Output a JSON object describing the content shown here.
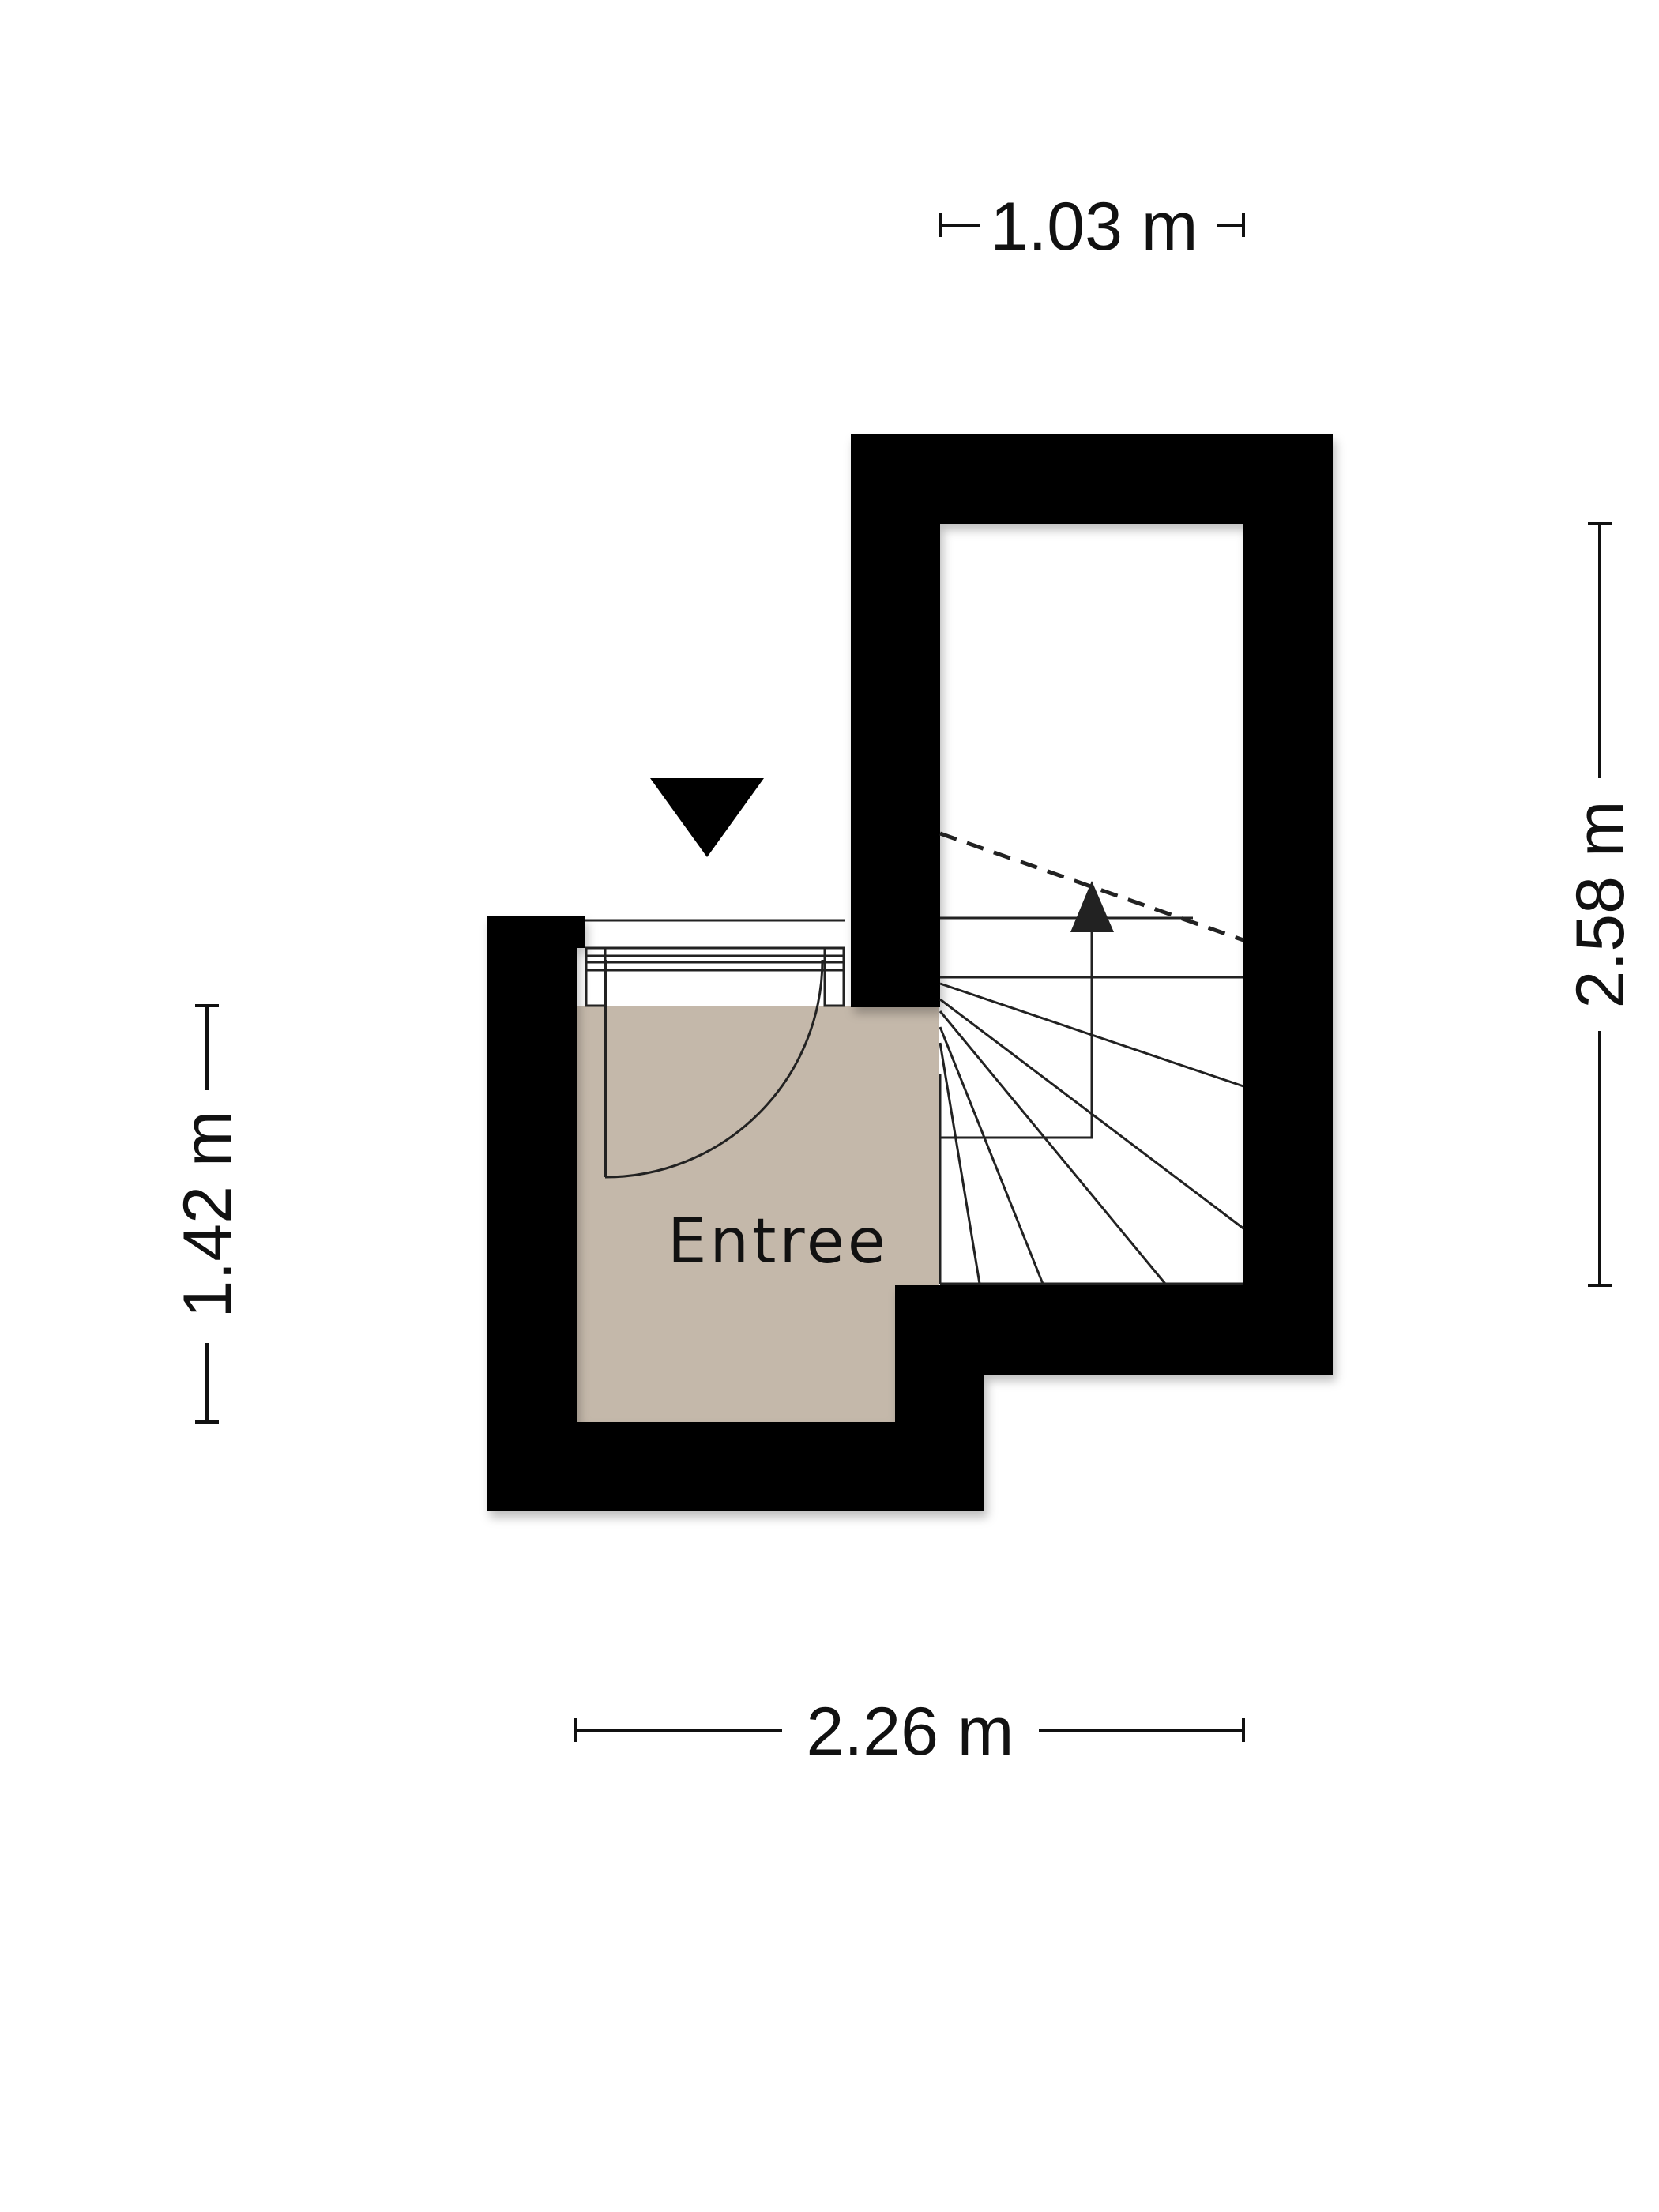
{
  "room": {
    "name": "Entree",
    "floor_color": "#c4b8aa"
  },
  "dimensions": {
    "top": "1.03 m",
    "right": "2.58 m",
    "left": "1.42 m",
    "bottom": "2.26 m"
  },
  "colors": {
    "wall": "#000000",
    "background": "#ffffff"
  },
  "icons": {
    "entrance": "entrance-triangle-icon",
    "stair_direction": "stair-up-arrow-icon"
  }
}
